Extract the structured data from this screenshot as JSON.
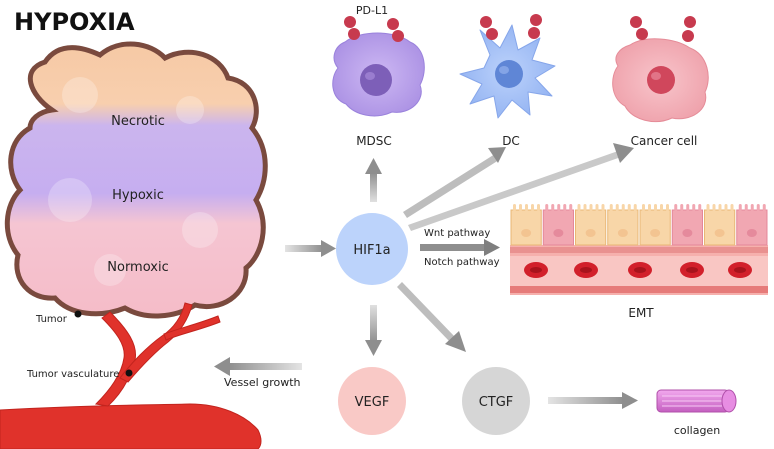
{
  "title": "HYPOXIA",
  "tumor": {
    "zones": [
      "Necrotic",
      "Hypoxic",
      "Normoxic"
    ],
    "tumor_label": "Tumor",
    "vasculature_label": "Tumor vasculature"
  },
  "pdl1_label": "PD-L1",
  "cells": {
    "mdsc": "MDSC",
    "dc": "DC",
    "cancer": "Cancer cell"
  },
  "center_node": "HIF1a",
  "pathways": {
    "wnt": "Wnt pathway",
    "notch": "Notch pathway"
  },
  "emt_label": "EMT",
  "vessel_growth": "Vessel growth",
  "targets": {
    "vegf": "VEGF",
    "ctgf": "CTGF"
  },
  "collagen_label": "collagen",
  "colors": {
    "hif_node": "#bcd3fb",
    "vegf_node": "#f9c9c6",
    "ctgf_node": "#d6d6d6",
    "arrow": "#9a9a9a",
    "vessel": "#e0322b",
    "tumor_border": "#7a4a3e"
  }
}
